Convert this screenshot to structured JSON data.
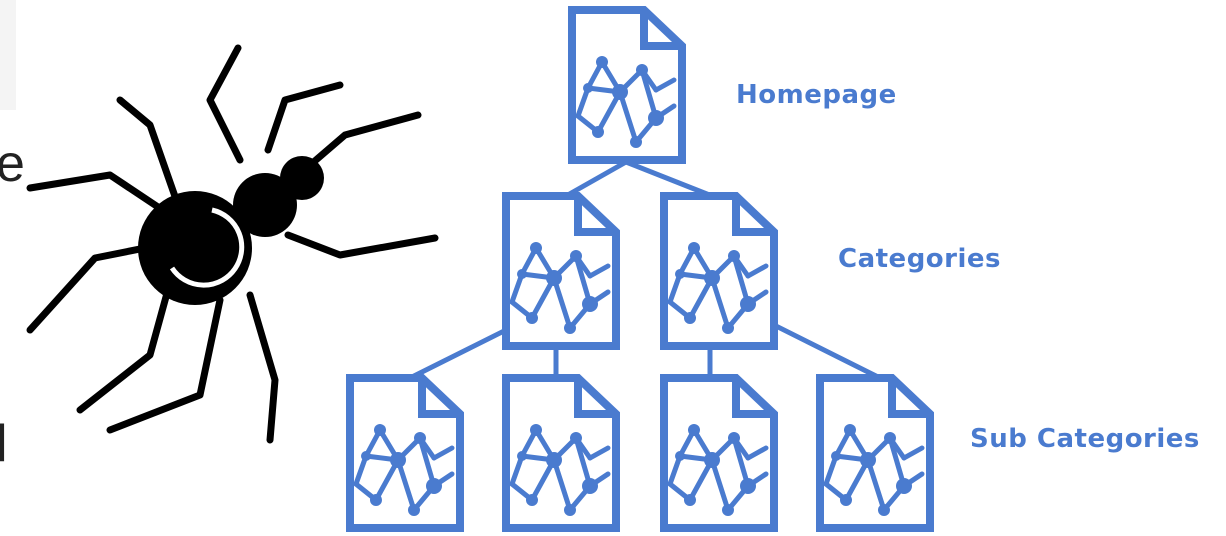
{
  "edge_text": {
    "glyph_1": "e",
    "glyph_2": "l"
  },
  "levels": {
    "homepage": "Homepage",
    "categories": "Categories",
    "sub_categories": "Sub Categories"
  },
  "icons": {
    "crawler": "spider-icon",
    "page": "document-network-icon"
  },
  "colors": {
    "accent": "#4a7bcf",
    "spider": "#000000"
  }
}
